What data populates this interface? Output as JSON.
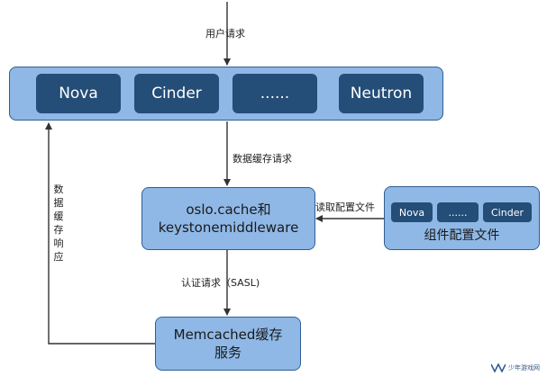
{
  "user_request": "用户请求",
  "services": [
    "Nova",
    "Cinder",
    "......",
    "Neutron"
  ],
  "data_cache_request": "数据缓存请求",
  "data_cache_response": "数据缓存响应",
  "middleware": {
    "line1": "oslo.cache和",
    "line2": "keystonemiddleware"
  },
  "read_config": "读取配置文件",
  "config_components": [
    "Nova",
    "......",
    "Cinder"
  ],
  "config_box_label": "组件配置文件",
  "auth_request": "认证请求（SASL)",
  "memcached": {
    "line1": "Memcached缓存",
    "line2": "服务"
  },
  "watermark": "少年游戏网"
}
